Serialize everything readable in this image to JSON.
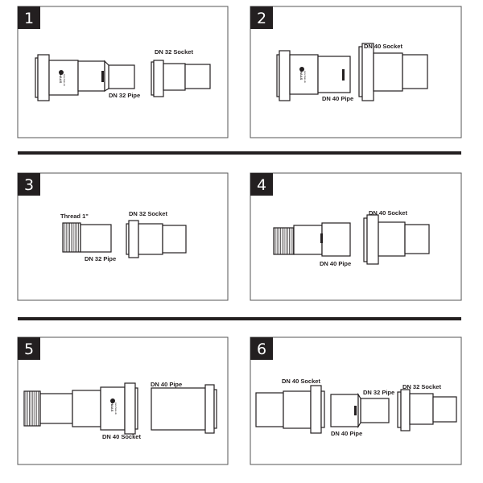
{
  "steps": [
    {
      "number": "1",
      "labels": [
        "DN 32 Socket",
        "DN 32 Pipe"
      ]
    },
    {
      "number": "2",
      "labels": [
        "DN 40 Socket",
        "DN 40 Pipe"
      ]
    },
    {
      "number": "3",
      "labels": [
        "Thread 1\"",
        "DN 32 Socket",
        "DN 32 Pipe"
      ]
    },
    {
      "number": "4",
      "labels": [
        "DN 40 Socket",
        "DN 40 Pipe"
      ]
    },
    {
      "number": "5",
      "labels": [
        "DN 40 Pipe",
        "DN 40 Socket"
      ]
    },
    {
      "number": "6",
      "labels": [
        "DN 40 Socket",
        "DN 32 Pipe",
        "DN 32 Socket",
        "DN 40 Pipe"
      ]
    }
  ],
  "logo": {
    "brand": "HAAS",
    "url": "www.haas.de"
  }
}
